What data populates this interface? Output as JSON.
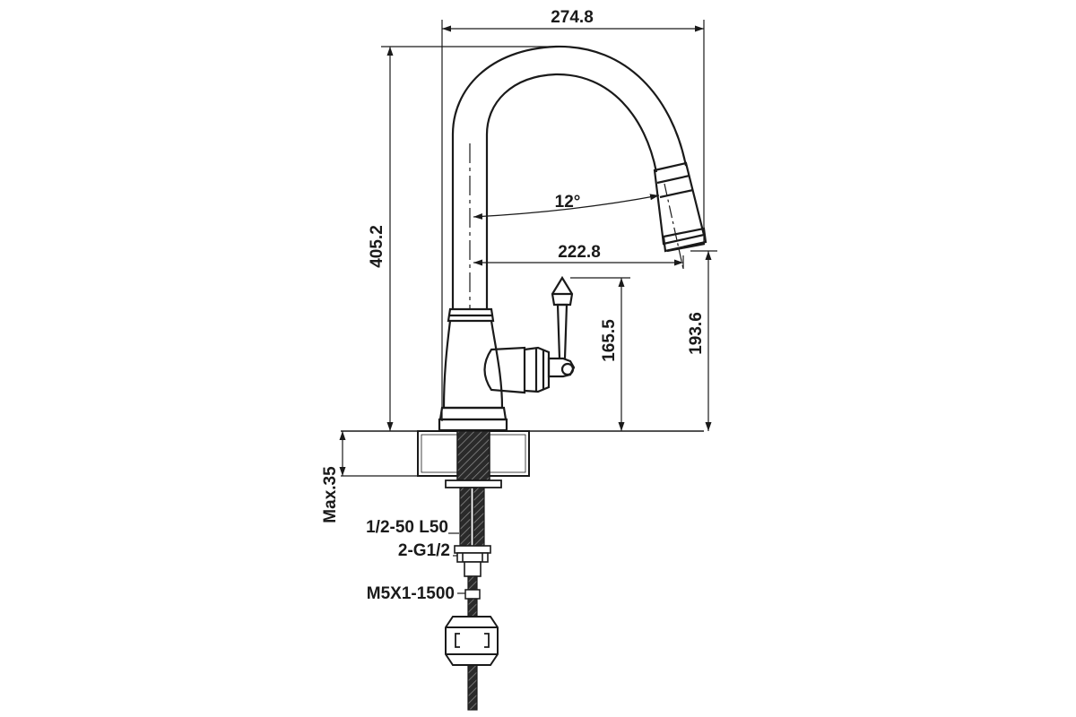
{
  "dimensions": {
    "overall_width": "274.8",
    "overall_height": "405.2",
    "spray_angle": "12°",
    "spout_reach": "222.8",
    "handle_height": "165.5",
    "spout_outlet_height": "193.6",
    "max_deck_thickness": "Max.35"
  },
  "callouts": {
    "supply_hose": "1/2-50 L50",
    "connection_thread": "2-G1/2",
    "pullout_hose": "M5X1-1500"
  },
  "colors": {
    "line": "#1a1a1a",
    "background": "#ffffff"
  }
}
